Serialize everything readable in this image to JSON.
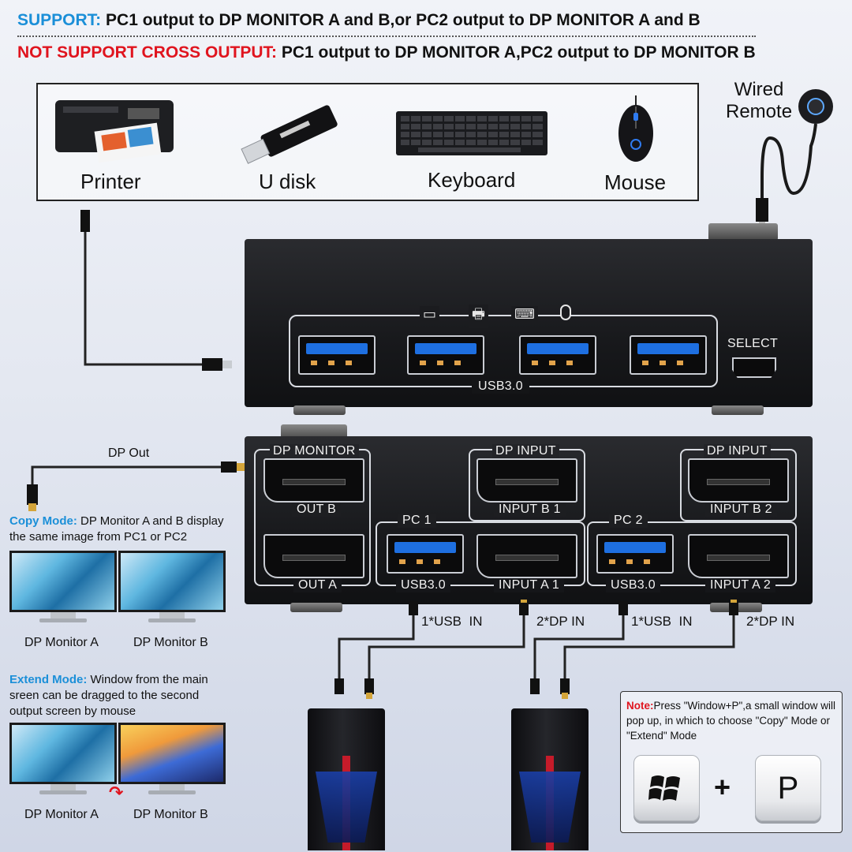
{
  "header": {
    "support_key": "SUPPORT:",
    "support_text": "PC1 output to DP MONITOR A and B,or PC2 output to DP MONITOR A and B",
    "nosupport_key": "NOT SUPPORT CROSS OUTPUT:",
    "nosupport_text": "PC1 output to DP MONITOR A,PC2 output to DP MONITOR B"
  },
  "peripherals": {
    "printer": "Printer",
    "udisk": "U disk",
    "keyboard": "Keyboard",
    "mouse": "Mouse"
  },
  "remote": {
    "line1": "Wired",
    "line2": "Remote"
  },
  "top_panel": {
    "usb_label": "USB3.0",
    "select_label": "SELECT"
  },
  "bottom_panel": {
    "dp_monitor": "DP MONITOR",
    "out_b": "OUT B",
    "out_a": "OUT A",
    "pc1": "PC 1",
    "pc2": "PC 2",
    "dp_input_1": "DP INPUT",
    "dp_input_2": "DP INPUT",
    "input_b1": "INPUT B 1",
    "input_a1": "INPUT A 1",
    "input_b2": "INPUT B 2",
    "input_a2": "INPUT A 2",
    "usb_1": "USB3.0",
    "usb_2": "USB3.0"
  },
  "cables": {
    "dp_out": "DP Out",
    "usb_in_1": "1*USB  IN",
    "dp_in_1": "2*DP IN",
    "usb_in_2": "1*USB  IN",
    "dp_in_2": "2*DP IN"
  },
  "copy_mode": {
    "key": "Copy Mode:",
    "text": "DP Monitor A and B display the same image from PC1 or PC2",
    "monitor_a": "DP Monitor A",
    "monitor_b": "DP Monitor B"
  },
  "extend_mode": {
    "key": "Extend Mode:",
    "text": "Window from the main sreen can be dragged to the second output screen by mouse",
    "monitor_a": "DP Monitor A",
    "monitor_b": "DP Monitor B"
  },
  "note": {
    "key": "Note:",
    "text": "Press \"Window+P\",a small window will pop up, in which to choose \"Copy\" Mode or \"Extend\" Mode",
    "plus": "+",
    "p_key": "P"
  },
  "colors": {
    "blue": "#1b8fd8",
    "red": "#e0141e",
    "port_blue": "#1e6fe0"
  }
}
